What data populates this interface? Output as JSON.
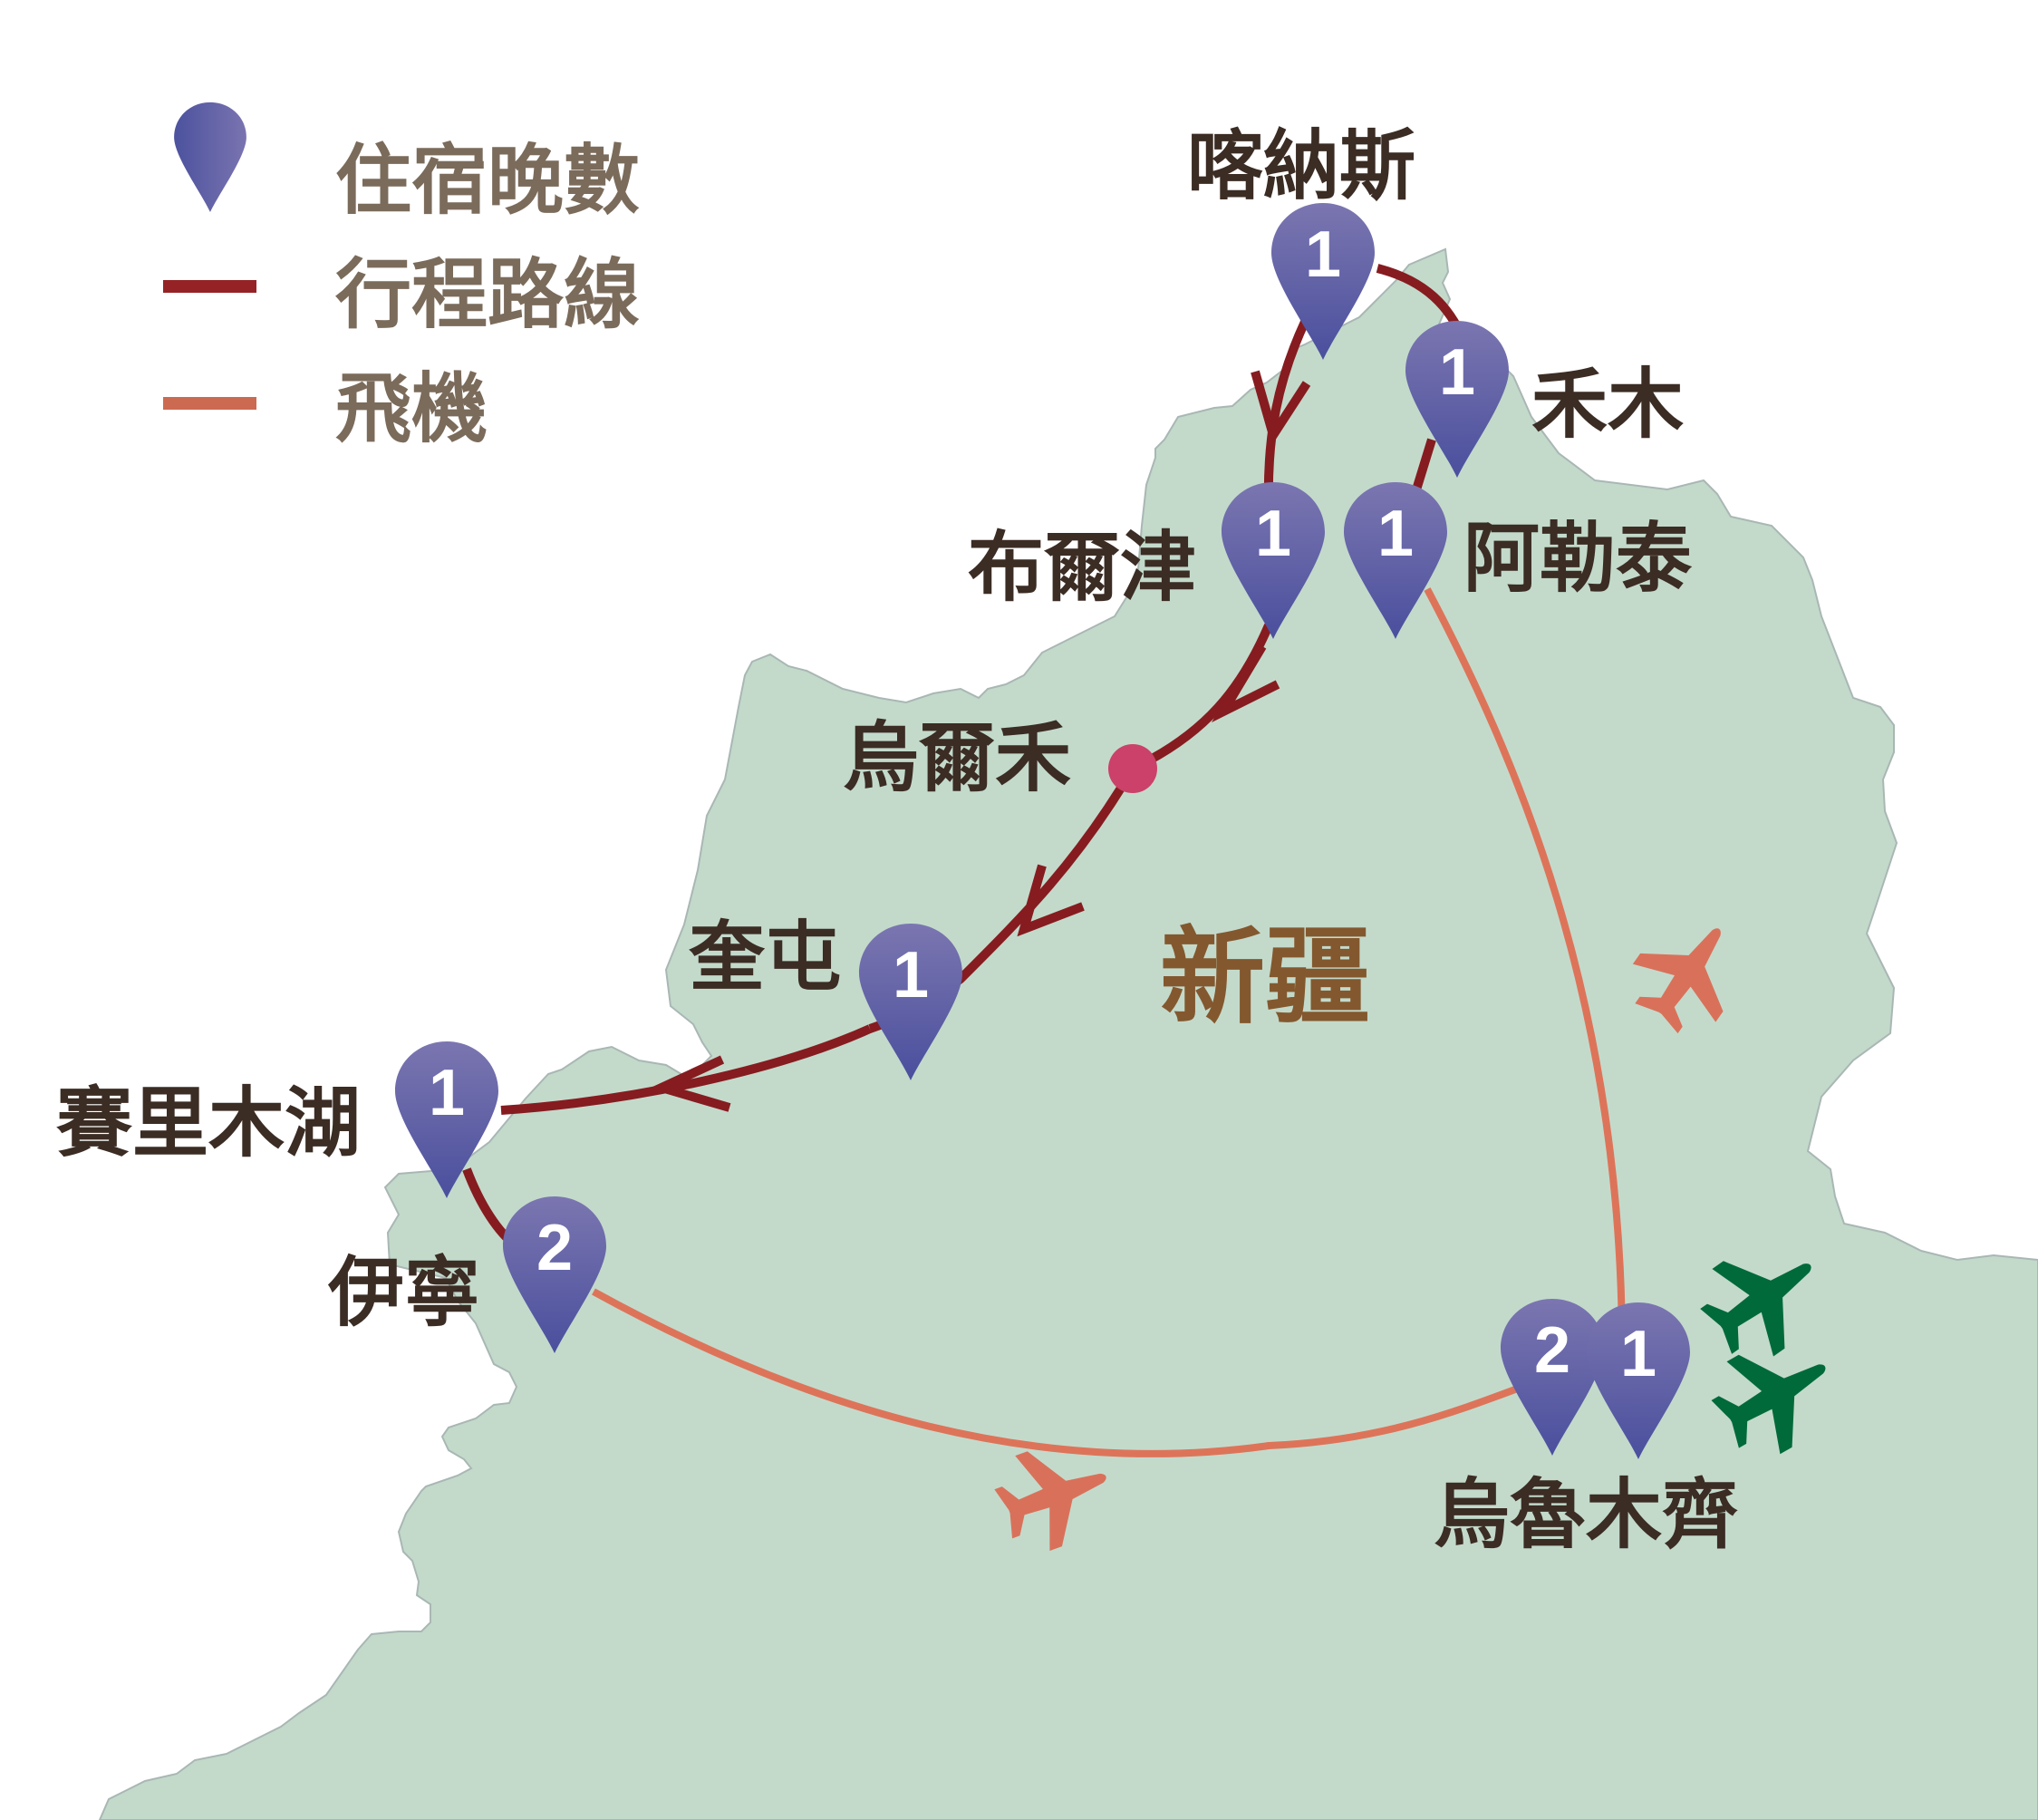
{
  "legend": {
    "items": [
      {
        "icon": "map-pin-icon",
        "label": "住宿晚數",
        "color": "#5b5ea6"
      },
      {
        "icon": "route-line-icon",
        "label": "行程路線",
        "color": "#8b1f22"
      },
      {
        "icon": "flight-line-icon",
        "label": "飛機",
        "color": "#d4715a"
      }
    ]
  },
  "region": {
    "label": "新疆",
    "color": "#83582e"
  },
  "colors": {
    "land": "#c3dacb",
    "land_border": "#a9b7b4",
    "route": "#861c20",
    "flight": "#dd7459",
    "pin_top": "#7b76b0",
    "pin_bottom": "#4c529e",
    "waypoint": "#cb4169",
    "airport_plane": "#006a3a",
    "flight_plane": "#d9715a",
    "label_text": "#3b2c24"
  },
  "stops": [
    {
      "name": "喀納斯",
      "nights": "1"
    },
    {
      "name": "禾木",
      "nights": "1"
    },
    {
      "name": "布爾津",
      "nights": "1"
    },
    {
      "name": "阿勒泰",
      "nights": "1"
    },
    {
      "name": "烏爾禾",
      "nights": null,
      "type": "waypoint"
    },
    {
      "name": "奎屯",
      "nights": "1"
    },
    {
      "name": "賽里木湖",
      "nights": "1"
    },
    {
      "name": "伊寧",
      "nights": "2"
    },
    {
      "name": "烏魯木齊",
      "nights_first": "2",
      "nights_second": "1"
    }
  ],
  "icons": {
    "flight_plane": "airplane-icon",
    "airport": "airport-icon"
  }
}
